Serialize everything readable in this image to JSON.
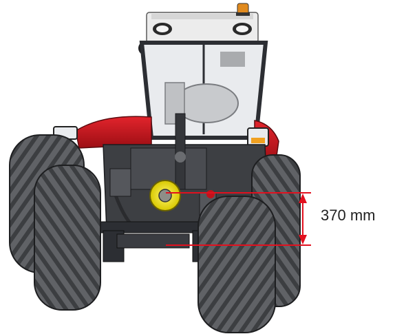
{
  "dimension": {
    "label": "370 mm",
    "value": 370,
    "unit": "mm"
  },
  "colors": {
    "tyre": "#5e6063",
    "tyre_tread": "#3c3e41",
    "body_red": "#c3121b",
    "chassis": "#3d3f43",
    "frame": "#2c2e33",
    "pto_yellow": "#f2e600",
    "cab_roof": "#ececec",
    "glass": "#e9ebee",
    "marker_red": "#e2101e",
    "beacon": "#e08a1e",
    "indicator_amber": "#f0a020"
  },
  "icons": {
    "dimension_arrow": "double-arrow-vertical-icon",
    "beacon": "beacon-icon",
    "work_light": "work-light-icon"
  }
}
